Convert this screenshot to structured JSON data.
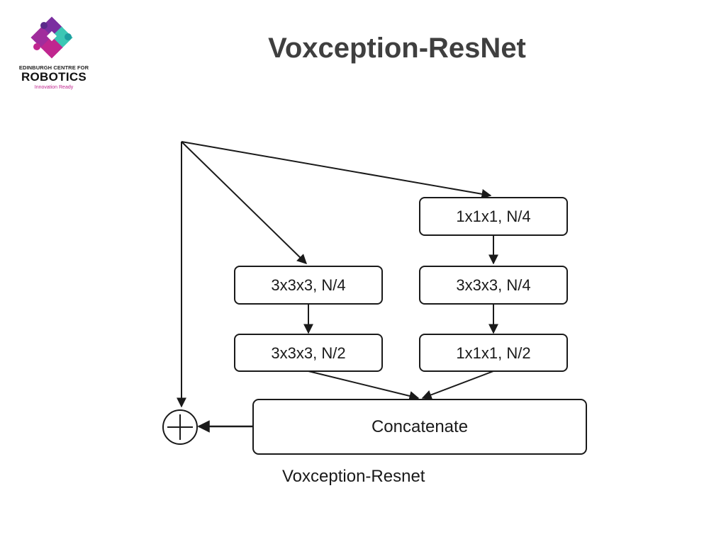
{
  "logo": {
    "line1": "EDINBURGH CENTRE FOR",
    "line2": "ROBOTICS",
    "line3": "Innovation Ready",
    "colors": [
      "#7b2fa0",
      "#c0268f",
      "#3cc7b4",
      "#1e9ea0"
    ]
  },
  "slide": {
    "title": "Voxception-ResNet"
  },
  "diagram": {
    "boxes": {
      "right_top": "1x1x1, N/4",
      "left_mid": "3x3x3, N/4",
      "right_mid": "3x3x3, N/4",
      "left_bot": "3x3x3, N/2",
      "right_bot": "1x1x1, N/2",
      "concat": "Concatenate"
    },
    "caption": "Voxception-Resnet",
    "sum_symbol": "plus-circle-icon"
  }
}
